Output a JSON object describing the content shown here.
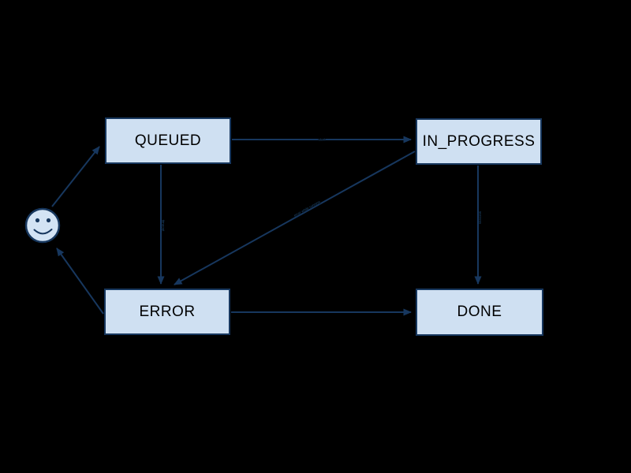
{
  "diagram": {
    "background_color": "#000000",
    "node_fill_color": "#cfe0f2",
    "node_stroke_color": "#17375e",
    "node_text_color": "#000000",
    "edge_color": "#17375e",
    "nodes": {
      "queued": {
        "label": "QUEUED"
      },
      "in_progress": {
        "label": "IN_PROGRESS"
      },
      "error": {
        "label": "ERROR"
      },
      "done": {
        "label": "DONE"
      }
    },
    "actor": {
      "icon": "smiley-face-icon",
      "label": ""
    },
    "edges": {
      "enqueue": {
        "from": "smiley",
        "to": "QUEUED",
        "label": ""
      },
      "start": {
        "from": "QUEUED",
        "to": "IN_PROGRESS",
        "label": "start"
      },
      "queued_error": {
        "from": "QUEUED",
        "to": "ERROR",
        "label": "timeout"
      },
      "run_error": {
        "from": "IN_PROGRESS",
        "to": "ERROR",
        "label": "error while running"
      },
      "finish": {
        "from": "IN_PROGRESS",
        "to": "DONE",
        "label": "success"
      },
      "error_done": {
        "from": "ERROR",
        "to": "DONE",
        "label": ""
      },
      "notify": {
        "from": "ERROR",
        "to": "smiley",
        "label": ""
      }
    }
  }
}
